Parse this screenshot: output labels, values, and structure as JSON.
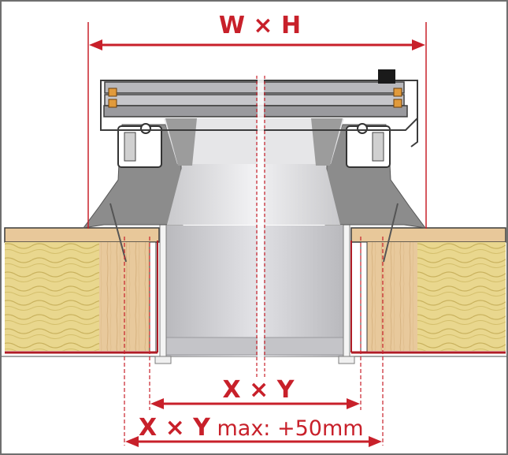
{
  "dimensions": {
    "top_label": "W × H",
    "mid_label": "X × Y",
    "bottom_label_main": "X × Y",
    "bottom_label_suffix": " max: +50mm"
  },
  "colors": {
    "dimension_red": "#c8202a",
    "frame_grey": "#8a8a8a",
    "shaft_light": "#d9d9dc",
    "insulation_yellow": "#e8d48a",
    "timber": "#e6c79a"
  }
}
